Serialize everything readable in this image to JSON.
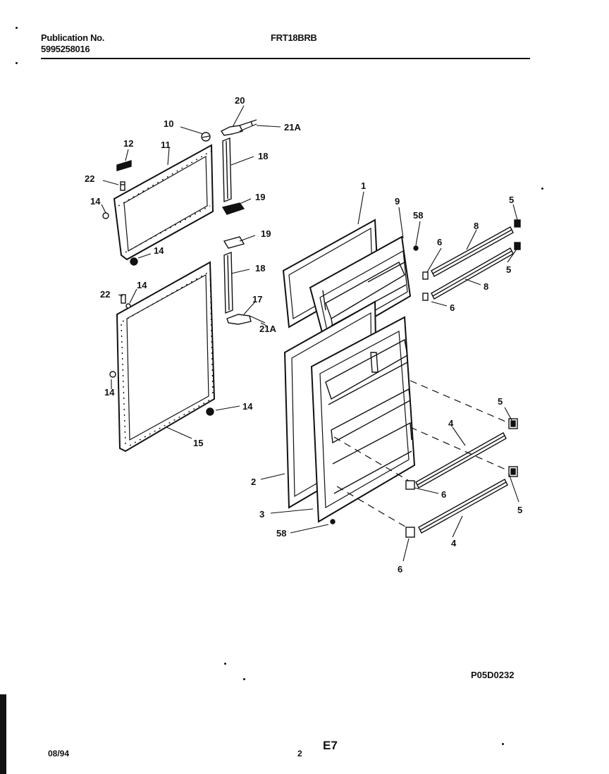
{
  "header": {
    "publication_label": "Publication No.",
    "publication_number": "5995258016",
    "model": "FRT18BRB"
  },
  "footer": {
    "diagram_code": "P05D0232",
    "date": "08/94",
    "page": "2",
    "section": "E7"
  },
  "callouts": {
    "c1": "1",
    "c2": "2",
    "c3": "3",
    "c4a": "4",
    "c4b": "4",
    "c5a": "5",
    "c5b": "5",
    "c5c": "5",
    "c5d": "5",
    "c6a": "6",
    "c6b": "6",
    "c6c": "6",
    "c6d": "6",
    "c8a": "8",
    "c8b": "8",
    "c9": "9",
    "c10": "10",
    "c11": "11",
    "c12": "12",
    "c14a": "14",
    "c14b": "14",
    "c14c": "14",
    "c14d": "14",
    "c14e": "14",
    "c15": "15",
    "c17": "17",
    "c18a": "18",
    "c18b": "18",
    "c19a": "19",
    "c19b": "19",
    "c20": "20",
    "c21a": "21A",
    "c21b": "21A",
    "c22a": "22",
    "c22b": "22",
    "c58a": "58",
    "c58b": "58"
  }
}
